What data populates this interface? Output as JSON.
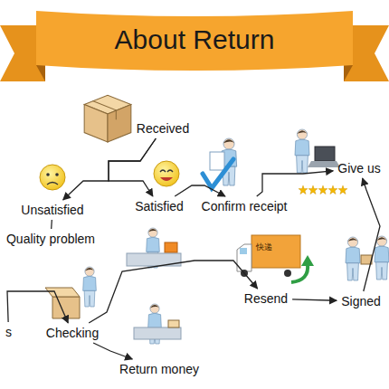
{
  "diagram": {
    "title": "About Return",
    "nodes": [
      {
        "text": [
          "Received"
        ]
      },
      {
        "text": [
          "Unsatisfied"
        ]
      },
      {
        "text": [
          "Satisfied"
        ]
      },
      {
        "text": [
          "Confirm receipt"
        ]
      },
      {
        "text": [
          "Give us"
        ]
      },
      {
        "text": [
          "Quality problem"
        ]
      },
      {
        "text": [
          "Resend"
        ]
      },
      {
        "text": [
          "Signed"
        ]
      },
      {
        "text": [
          "s"
        ]
      },
      {
        "text": [
          "Checking"
        ]
      },
      {
        "text": [
          "Return money"
        ]
      }
    ],
    "edges": [
      {
        "from": 0,
        "to": 1,
        "arrow": "to"
      },
      {
        "from": 0,
        "to": 2,
        "arrow": "to"
      },
      {
        "from": 2,
        "to": 3,
        "arrow": "to"
      },
      {
        "from": 3,
        "to": 4,
        "arrow": "to"
      },
      {
        "from": 7,
        "to": 4,
        "arrow": "to"
      },
      {
        "from": 1,
        "to": 5,
        "arrow": "none"
      },
      {
        "from": 8,
        "to": 9,
        "arrow": "to"
      },
      {
        "from": 9,
        "to": 6,
        "arrow": "to"
      },
      {
        "from": 9,
        "to": 10,
        "arrow": "to"
      },
      {
        "from": 6,
        "to": 7,
        "arrow": "to"
      }
    ],
    "labels": [
      "快递"
    ]
  }
}
